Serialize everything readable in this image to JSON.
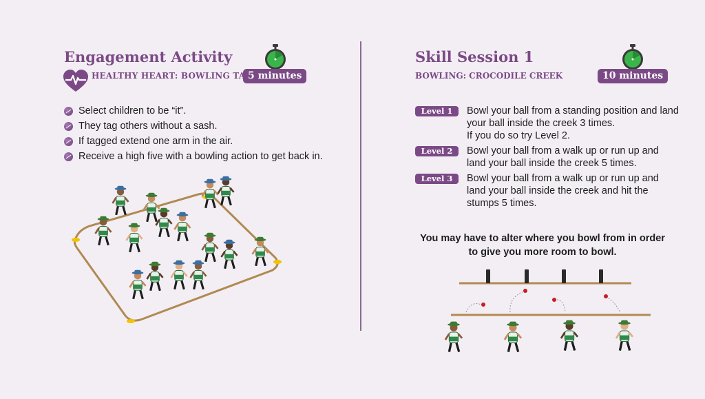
{
  "engagement": {
    "title": "Engagement Activity",
    "subtitle": "HEALTHY HEART: BOWLING TAG",
    "duration": "5 minutes",
    "bullets": [
      "Select children to be “it”.",
      "They tag others without a sash.",
      "If tagged extend one arm in the air.",
      "Receive a high five with a bowling action to get back in."
    ]
  },
  "skill": {
    "title": "Skill Session 1",
    "subtitle": "BOWLING: CROCODILE CREEK",
    "duration": "10 minutes",
    "levels": [
      {
        "label": "Level 1",
        "text": "Bowl your ball from a standing position and land your ball inside the creek 3 times.",
        "extra": "If you do so try Level 2."
      },
      {
        "label": "Level 2",
        "text": "Bowl your ball from a walk up or run up and land your ball inside the creek 5 times."
      },
      {
        "label": "Level 3",
        "text": "Bowl your ball from a walk up or run up and land your ball inside the creek and hit the stumps 5 times."
      }
    ],
    "note": "You may have to alter where you bowl from in order to give you more room to bowl."
  },
  "colors": {
    "accent": "#7b4a86",
    "timer_green": "#39b54a",
    "cone": "#f2c200",
    "ball": "#c81d25",
    "hat_blue": "#3a6fa0",
    "hat_green": "#3f7a34"
  },
  "icons": [
    "heart-pulse-icon",
    "stopwatch-icon",
    "cricket-ball-bullet-icon"
  ]
}
